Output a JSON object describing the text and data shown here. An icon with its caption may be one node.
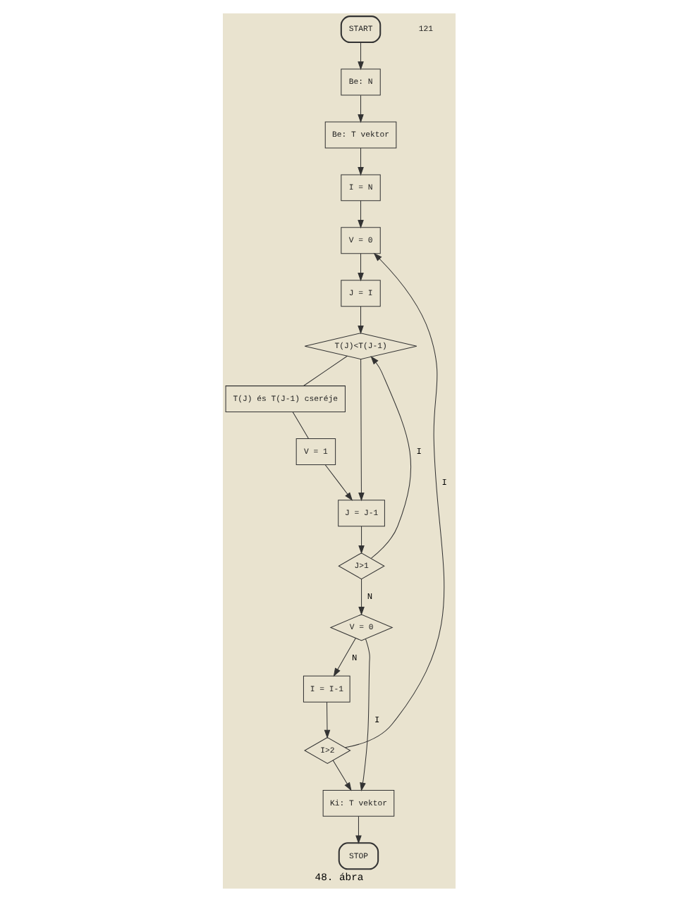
{
  "diagram": {
    "caption": "48. ábra",
    "nodes": [
      {
        "text": [
          "START"
        ]
      },
      {
        "text": [
          "Be: N"
        ]
      },
      {
        "text": [
          "Be: T vektor"
        ]
      },
      {
        "text": [
          "I = N"
        ]
      },
      {
        "text": [
          "V = 0"
        ]
      },
      {
        "text": [
          "J = I"
        ]
      },
      {
        "text": [
          "T(J)<T(J-1)"
        ]
      },
      {
        "text": [
          "T(J) és T(J-1) cseréje"
        ]
      },
      {
        "text": [
          "V = 1"
        ]
      },
      {
        "text": [
          "J = J-1"
        ]
      },
      {
        "text": [
          "J>1"
        ]
      },
      {
        "text": [
          "V = 0"
        ]
      },
      {
        "text": [
          "I = I-1"
        ]
      },
      {
        "text": [
          "I>2"
        ]
      },
      {
        "text": [
          "Ki: T vektor"
        ]
      },
      {
        "text": [
          "STOP"
        ]
      }
    ],
    "edges": [
      {
        "from": 0,
        "to": 1,
        "arrow": "to"
      },
      {
        "from": 1,
        "to": 2,
        "arrow": "to"
      },
      {
        "from": 2,
        "to": 3,
        "arrow": "to"
      },
      {
        "from": 3,
        "to": 4,
        "arrow": "to"
      },
      {
        "from": 4,
        "to": 5,
        "arrow": "to"
      },
      {
        "from": 5,
        "to": 6,
        "arrow": "to"
      },
      {
        "from": 6,
        "to": 7,
        "arrow": "none"
      },
      {
        "from": 7,
        "to": 8,
        "arrow": "none"
      },
      {
        "from": 6,
        "to": 9,
        "arrow": "to"
      },
      {
        "from": 8,
        "to": 9,
        "arrow": "to"
      },
      {
        "from": 9,
        "to": 10,
        "arrow": "to"
      },
      {
        "from": 10,
        "to": 6,
        "arrow": "to",
        "label": "I"
      },
      {
        "from": 10,
        "to": 11,
        "arrow": "to",
        "label": "N"
      },
      {
        "from": 11,
        "to": 12,
        "arrow": "to",
        "label": "N"
      },
      {
        "from": 11,
        "to": 14,
        "arrow": "to",
        "label": "I"
      },
      {
        "from": 12,
        "to": 13,
        "arrow": "to"
      },
      {
        "from": 13,
        "to": 4,
        "arrow": "to",
        "label": "I"
      },
      {
        "from": 13,
        "to": 14,
        "arrow": "to"
      },
      {
        "from": 14,
        "to": 15,
        "arrow": "to"
      }
    ],
    "labels": [
      "121"
    ]
  }
}
